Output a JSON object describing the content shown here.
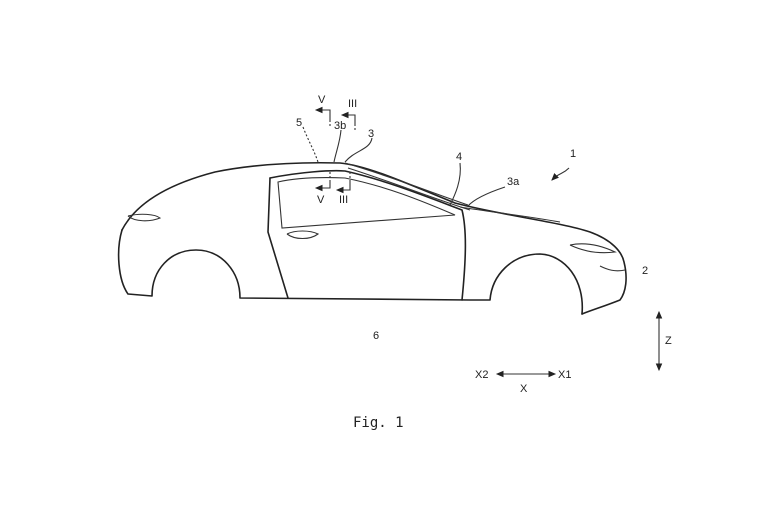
{
  "figure": {
    "caption": "Fig. 1",
    "labels": {
      "vehicle": "1",
      "front_bumper": "2",
      "roof_member": "3",
      "roof_front": "3a",
      "roof_mid": "3b",
      "windshield": "4",
      "roof_part": "5",
      "door": "6"
    },
    "section_marks": {
      "v_top": "V",
      "iii_top": "III",
      "v_bottom": "V",
      "iii_bottom": "III"
    },
    "axes": {
      "z": "Z",
      "x": "X",
      "x1": "X1",
      "x2": "X2"
    }
  }
}
